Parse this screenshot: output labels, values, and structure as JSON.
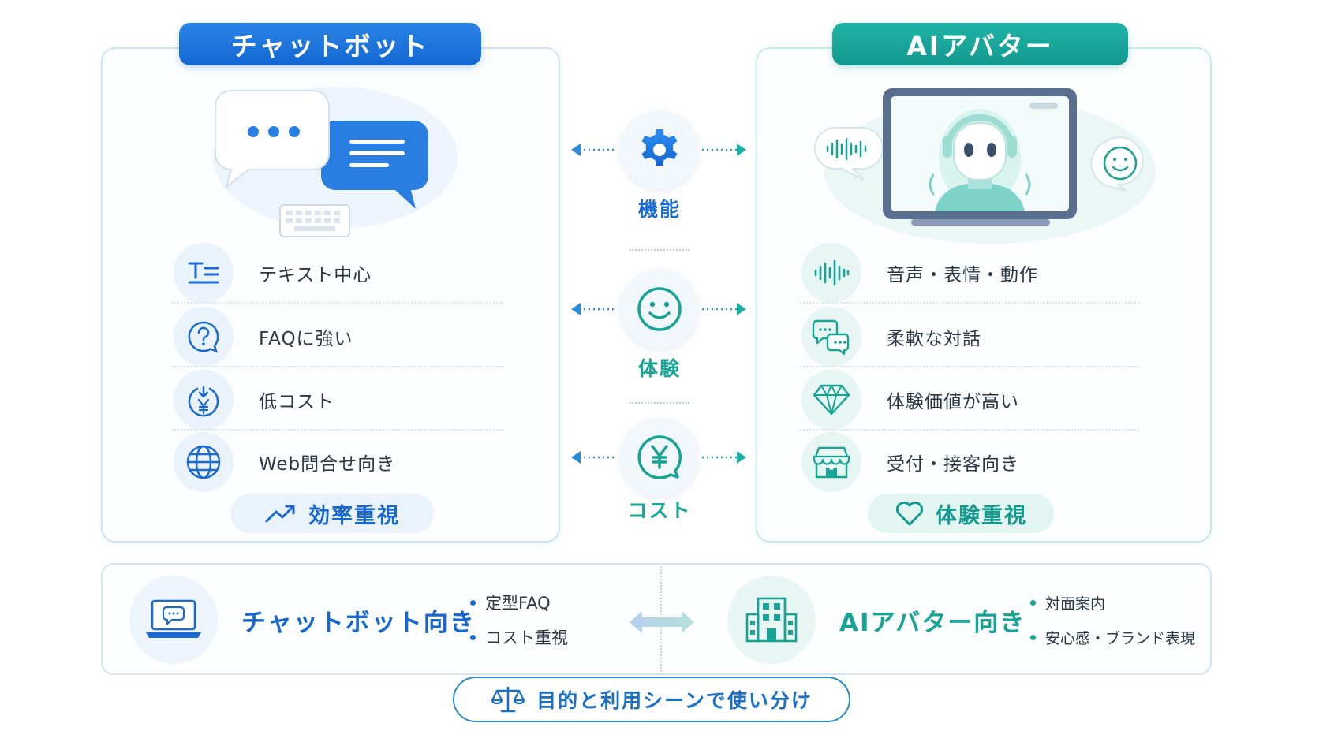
{
  "chatbot": {
    "title": "チャットボット",
    "features": [
      "テキスト中心",
      "FAQに強い",
      "低コスト",
      "Web問合せ向き"
    ],
    "emphasis": "効率重視"
  },
  "avatar": {
    "title": "AIアバター",
    "features": [
      "音声・表情・動作",
      "柔軟な対話",
      "体験価値が高い",
      "受付・接客向き"
    ],
    "emphasis": "体験重視"
  },
  "comparison": {
    "axes": [
      "機能",
      "体験",
      "コスト"
    ]
  },
  "summary": {
    "chatbot_title": "チャットボット向き",
    "chatbot_points": [
      "定型FAQ",
      "コスト重視"
    ],
    "avatar_title": "AIアバター向き",
    "avatar_points": [
      "対面案内",
      "安心感・ブランド表現"
    ]
  },
  "footer": {
    "label": "目的と利用シーンで使い分け"
  },
  "colors": {
    "blue": "#1467d2",
    "teal": "#14998f"
  }
}
